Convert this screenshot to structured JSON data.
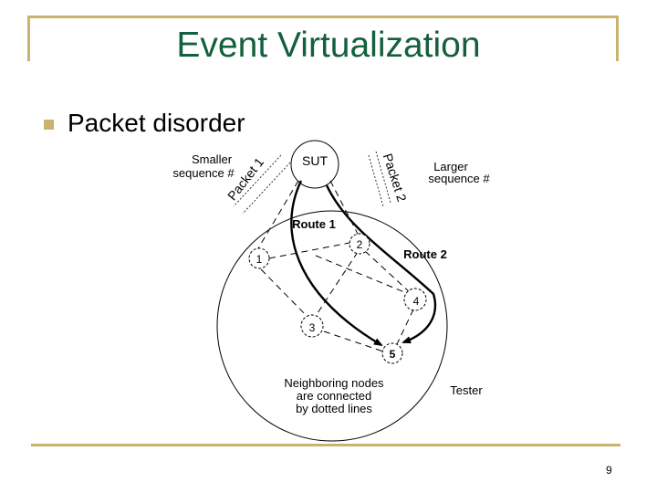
{
  "slide": {
    "title": "Event Virtualization",
    "bullet": "Packet disorder",
    "page_number": "9",
    "accent_color": "#c8b46e",
    "title_color": "#14603c"
  },
  "diagram": {
    "sut_label": "SUT",
    "smaller_seq_line1": "Smaller",
    "smaller_seq_line2": "sequence #",
    "larger_seq_line1": "Larger",
    "larger_seq_line2": "sequence #",
    "packet1": "Packet 1",
    "packet2": "Packet 2",
    "route1": "Route 1",
    "route2": "Route 2",
    "tester": "Tester",
    "note_line1": "Neighboring nodes",
    "note_line2": "are connected",
    "note_line3": "by dotted lines",
    "nodes": [
      "1",
      "2",
      "3",
      "4",
      "5"
    ]
  }
}
